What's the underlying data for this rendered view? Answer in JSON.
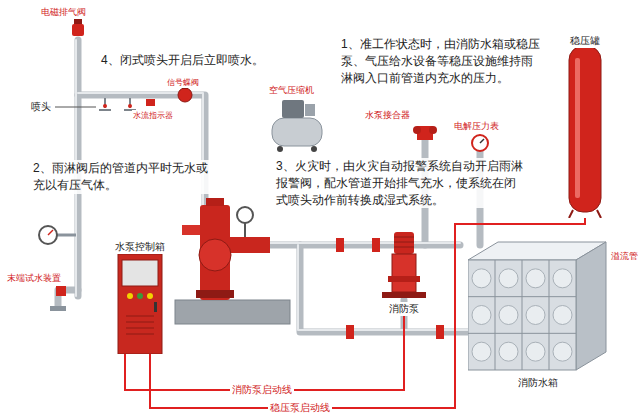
{
  "diagram": {
    "nodes": [
      {
        "text": [
          "稳压罐"
        ]
      },
      {
        "text": [
          "水泵控制箱"
        ]
      },
      {
        "text": [
          "消防泵"
        ]
      },
      {
        "text": [
          "消防水箱"
        ]
      }
    ],
    "edges": [
      {
        "from": 1,
        "to": 2,
        "arrow": "none",
        "label": "消防泵启动线"
      },
      {
        "from": 1,
        "to": 0,
        "arrow": "none",
        "label": "稳压泵启动线"
      }
    ],
    "labels": [
      "电磁排气阀",
      "4、闭式喷头开启后立即喷水。",
      "信号蝶阀",
      "水流指示器",
      "喷头",
      "1、准工作状态时，由消防水箱或稳压泵、气压给水设备等稳压设施维持雨淋阀入口前管道内充水的压力。",
      "水泵接合器",
      "电解压力表",
      "空气压缩机",
      "2、雨淋阀后的管道内平时无水或充以有压气体。",
      "3、火灾时，由火灾自动报警系统自动开启雨淋报警阀，配水管道开始排气充水，使系统在闭式喷头动作前转换成湿式系统。",
      "末端试水装置",
      "溢流管"
    ]
  }
}
